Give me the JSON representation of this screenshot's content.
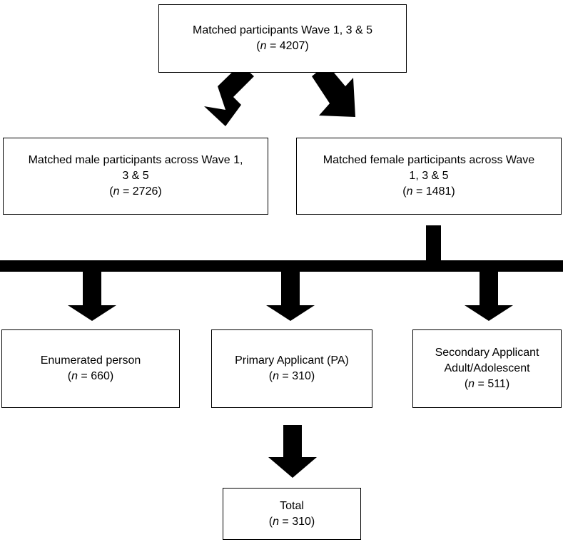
{
  "colors": {
    "stroke": "#000000",
    "fill": "#000000",
    "box_background": "#ffffff"
  },
  "nodes": {
    "top": {
      "lines": [
        "Matched participants Wave 1, 3 & 5"
      ],
      "n_var": "n",
      "n_rest": " = 4207"
    },
    "male": {
      "lines": [
        "Matched male participants across Wave 1,",
        "3 & 5"
      ],
      "n_var": "n",
      "n_rest": " = 2726"
    },
    "female": {
      "lines": [
        "Matched female participants across Wave",
        "1, 3 & 5"
      ],
      "n_var": "n",
      "n_rest": " = 1481"
    },
    "enumerated": {
      "lines": [
        "Enumerated person"
      ],
      "n_var": "n",
      "n_rest": " = 660"
    },
    "primary": {
      "lines": [
        "Primary Applicant (PA)"
      ],
      "n_var": "n",
      "n_rest": " = 310"
    },
    "secondary": {
      "lines": [
        "Secondary Applicant",
        "Adult/Adolescent"
      ],
      "n_var": "n",
      "n_rest": " = 511"
    },
    "total": {
      "lines": [
        "Total"
      ],
      "n_var": "n",
      "n_rest": " = 310"
    }
  }
}
